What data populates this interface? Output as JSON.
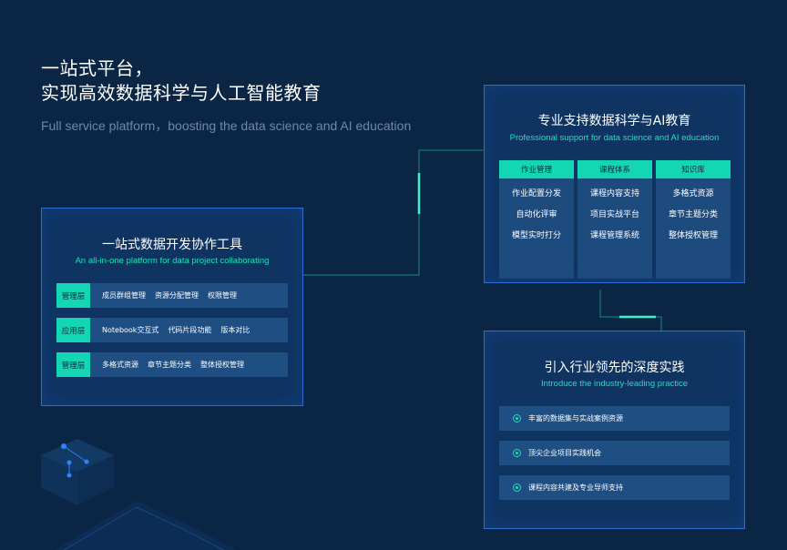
{
  "hero": {
    "title_line1": "一站式平台，",
    "title_line2": "实现高效数据科学与人工智能教育",
    "subtitle": "Full service platform，boosting the data science and AI education"
  },
  "left_card": {
    "title": "一站式数据开发协作工具",
    "subtitle": "An all-in-one platform for data project collaborating",
    "rows": [
      {
        "tag": "管理层",
        "items": [
          "成员群组管理",
          "资源分配管理",
          "权限管理"
        ]
      },
      {
        "tag": "应用层",
        "items": [
          "Notebook交互式",
          "代码片段功能",
          "版本对比"
        ]
      },
      {
        "tag": "管理层",
        "items": [
          "多格式资源",
          "章节主题分类",
          "整体授权管理"
        ]
      }
    ]
  },
  "support_card": {
    "title": "专业支持数据科学与AI教育",
    "subtitle": "Professional support for data science and AI education",
    "columns": [
      {
        "header": "作业管理",
        "items": [
          "作业配置分发",
          "自动化评审",
          "模型实时打分"
        ]
      },
      {
        "header": "课程体系",
        "items": [
          "课程内容支持",
          "项目实战平台",
          "课程管理系统"
        ]
      },
      {
        "header": "知识库",
        "items": [
          "多格式资源",
          "章节主题分类",
          "整体授权管理"
        ]
      }
    ]
  },
  "practice_card": {
    "title": "引入行业领先的深度实践",
    "subtitle": "Introduce the industry-leading practice",
    "items": [
      "丰富的数据集与实战案例资源",
      "顶尖企业项目实践机会",
      "课程内容共建及专业导师支持"
    ]
  },
  "colors": {
    "background": "#0b2544",
    "accent": "#13d6b2",
    "card_border": "#2f6dd4",
    "row_bg": "#1f4e82"
  }
}
